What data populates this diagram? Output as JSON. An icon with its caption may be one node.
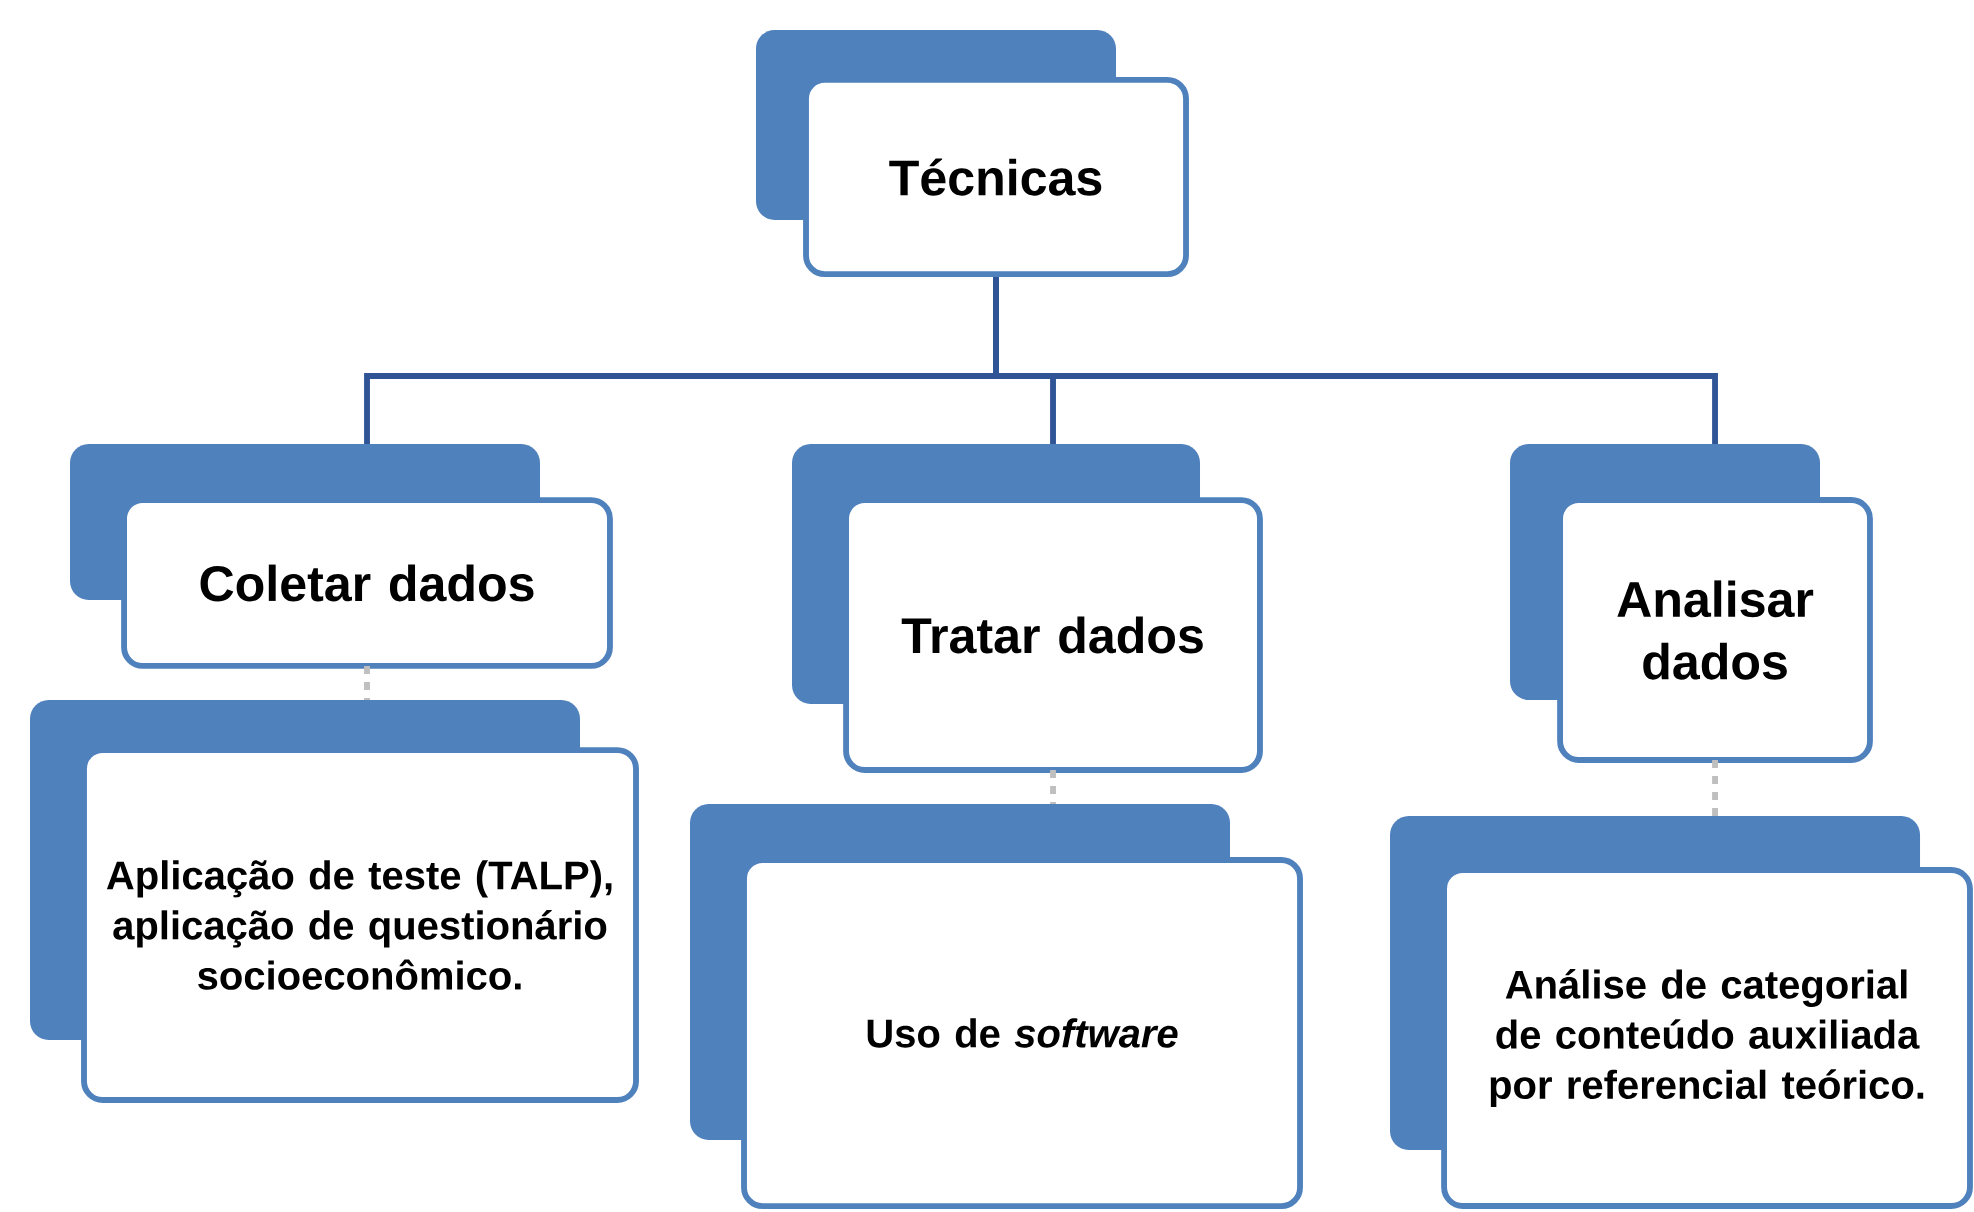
{
  "diagram": {
    "nodes": [
      {
        "text": [
          "Técnicas"
        ]
      },
      {
        "text": [
          "Coletar dados"
        ]
      },
      {
        "text": [
          "Tratar dados"
        ]
      },
      {
        "text": [
          "Analisar dados"
        ]
      },
      {
        "text": [
          "Aplicação de teste (TALP), aplicação de questionário socioeconômico."
        ]
      },
      {
        "text": [
          "Uso de *software*"
        ]
      },
      {
        "text": [
          "Análise de categorial de conteúdo auxiliada por referencial teórico."
        ]
      }
    ],
    "edges": [
      {
        "from": 0,
        "to": 1,
        "arrow": "none"
      },
      {
        "from": 0,
        "to": 2,
        "arrow": "none"
      },
      {
        "from": 0,
        "to": 3,
        "arrow": "none"
      },
      {
        "from": 1,
        "to": 4,
        "arrow": "none",
        "style": "dashed",
        "color": "#bfbfbf"
      },
      {
        "from": 2,
        "to": 5,
        "arrow": "none",
        "style": "dashed",
        "color": "#bfbfbf"
      },
      {
        "from": 3,
        "to": 6,
        "arrow": "none",
        "style": "dashed",
        "color": "#bfbfbf"
      }
    ]
  }
}
